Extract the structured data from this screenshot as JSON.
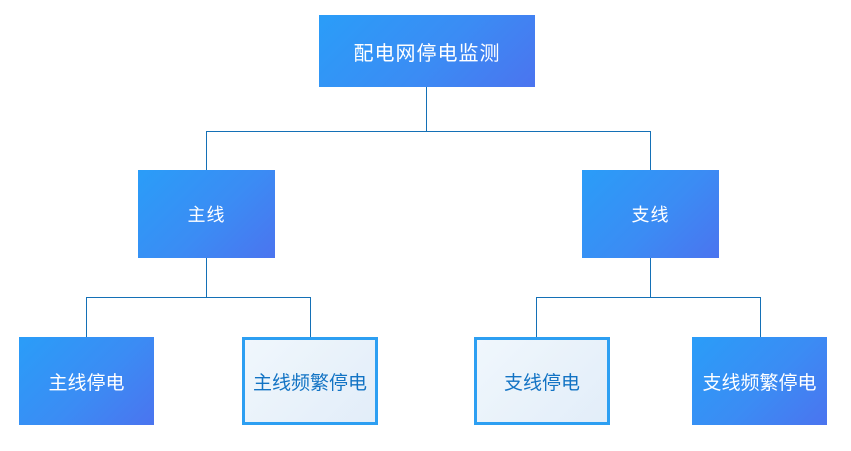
{
  "diagram": {
    "title": "配电网停电监测",
    "root": {
      "label": "配电网停电监测",
      "variant": "filled"
    },
    "branches": [
      {
        "label": "主线",
        "variant": "filled",
        "children": [
          {
            "label": "主线停电",
            "variant": "filled"
          },
          {
            "label": "主线频繁停电",
            "variant": "outlined"
          }
        ]
      },
      {
        "label": "支线",
        "variant": "filled",
        "children": [
          {
            "label": "支线停电",
            "variant": "outlined"
          },
          {
            "label": "支线频繁停电",
            "variant": "filled"
          }
        ]
      }
    ],
    "colors": {
      "node_gradient_start": "#2a9df8",
      "node_gradient_end": "#4b74ef",
      "node_text_filled": "#ffffff",
      "outlined_border": "#2d9ff2",
      "outlined_background": "#e9f2fa",
      "outlined_text": "#1273c4",
      "connector": "#1470b6",
      "background": "#ffffff"
    }
  }
}
